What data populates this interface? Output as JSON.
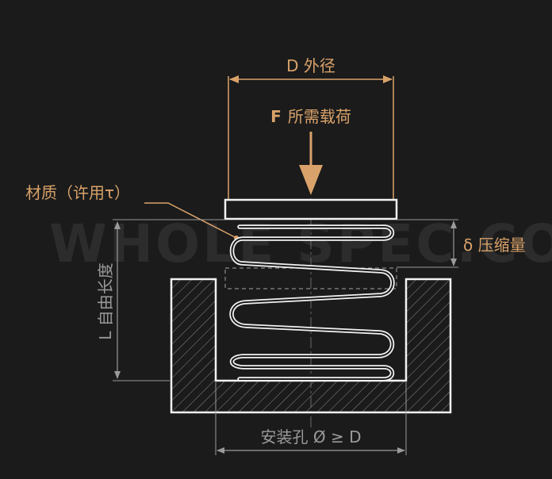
{
  "watermark": "WHOLE SPEC.CO",
  "labels": {
    "outer_diameter": "D 外径",
    "force_letter": "F",
    "force_text": "所需载荷",
    "material": "材质（许用τ）",
    "compression": "δ 压缩量",
    "free_length": "L 自由长度",
    "mount_hole": "安装孔 Ø ≥ D"
  },
  "colors": {
    "background": "#1b1b1b",
    "accent": "#d9a26a",
    "line": "#f2f2f2",
    "dim_gray": "#9a9a9a",
    "watermark": "#2a2a2a"
  }
}
